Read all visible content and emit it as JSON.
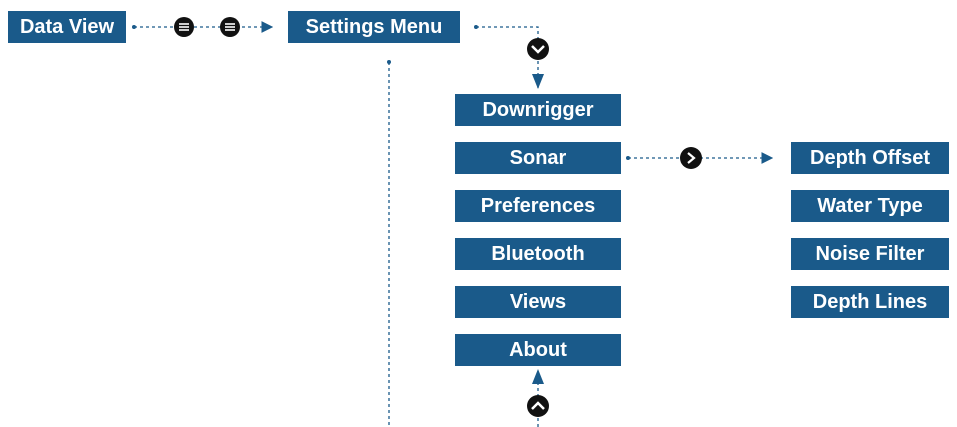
{
  "nodes": {
    "data_view": "Data View",
    "settings_menu": "Settings Menu"
  },
  "menu_items": [
    "Downrigger",
    "Sonar",
    "Preferences",
    "Bluetooth",
    "Views",
    "About"
  ],
  "sonar_items": [
    "Depth Offset",
    "Water Type",
    "Noise Filter",
    "Depth Lines"
  ],
  "icons": {
    "menu_button": "menu-icon",
    "down_button": "chevron-down-icon",
    "up_button": "chevron-up-icon",
    "right_button": "chevron-right-icon"
  },
  "colors": {
    "box": "#1a5a8a",
    "box_text": "#ffffff",
    "connector": "#1a5a8a",
    "button": "#111111"
  }
}
